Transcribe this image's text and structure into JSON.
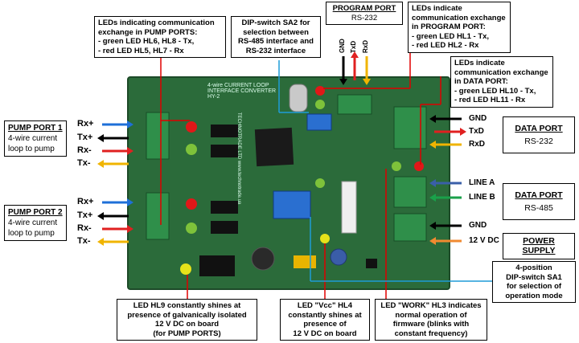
{
  "colors": {
    "arrow_blue": "#1e6fd8",
    "arrow_black": "#000000",
    "arrow_red": "#e02020",
    "arrow_yellow": "#f0b400",
    "arrow_green": "#1aa04a",
    "arrow_orange": "#f08a30",
    "pcb_green": "#2b6b3a",
    "annot_red": "#e00000",
    "annot_blue": "#1e9cd8"
  },
  "callouts": {
    "pump_leds": [
      "LEDs indicating communication",
      "exchange in PUMP PORTS:",
      "- green LED HL6, HL8 - Tx,",
      "- red LED HL5, HL7 - Rx"
    ],
    "dip_sa2": [
      "DIP-switch SA2 for",
      "selection between",
      "RS-485 interface and",
      "RS-232 interface"
    ],
    "program_port": {
      "title": "PROGRAM PORT",
      "sub": "RS-232"
    },
    "program_leds": [
      "LEDs indicate",
      "communication exchange",
      "in PROGRAM PORT:",
      "- green LED HL1 - Tx,",
      "- red LED HL2 - Rx"
    ],
    "data_leds": [
      "LEDs indicate",
      "communication exchange",
      "in DATA PORT:",
      "- green LED HL10 - Tx,",
      "- red LED HL11 - Rx"
    ],
    "data_port_232": {
      "title": "DATA PORT",
      "sub": "RS-232"
    },
    "data_port_485": {
      "title": "DATA PORT",
      "sub": "RS-485"
    },
    "power_supply": {
      "title": "POWER SUPPLY"
    },
    "pump1": {
      "title": "PUMP PORT 1",
      "lines": [
        "4-wire current",
        "loop to pump"
      ]
    },
    "pump2": {
      "title": "PUMP PORT 2",
      "lines": [
        "4-wire current",
        "loop to pump"
      ]
    },
    "sa1": [
      "4-position",
      "DIP-switch SA1",
      "for selection of",
      "operation mode"
    ],
    "hl9": [
      "LED HL9 constantly shines at",
      "presence of galvanically isolated",
      "12 V DC on board",
      "(for PUMP PORTS)"
    ],
    "hl4": [
      "LED \"Vcc\" HL4",
      "constantly shines at",
      "presence of",
      "12 V DC on board"
    ],
    "hl3": [
      "LED \"WORK\" HL3 indicates",
      "normal operation of",
      "firmware (blinks with",
      "constant frequency)"
    ]
  },
  "pins": {
    "pump1": [
      "Rx+",
      "Tx+",
      "Rx-",
      "Tx-"
    ],
    "pump2": [
      "Rx+",
      "Tx+",
      "Rx-",
      "Tx-"
    ],
    "program": [
      "GND",
      "TxD",
      "RxD"
    ],
    "data232": [
      "GND",
      "TxD",
      "RxD"
    ],
    "data485": [
      "LINE A",
      "LINE B"
    ],
    "power": [
      "GND",
      "12 V DC"
    ]
  },
  "board": {
    "title_line1": "4-wire CURRENT LOOP",
    "title_line2": "INTERFACE CONVERTER",
    "model": "HY-2",
    "brand": "TECHNOTRADE LTD",
    "url": "www.technotrade.ua"
  }
}
